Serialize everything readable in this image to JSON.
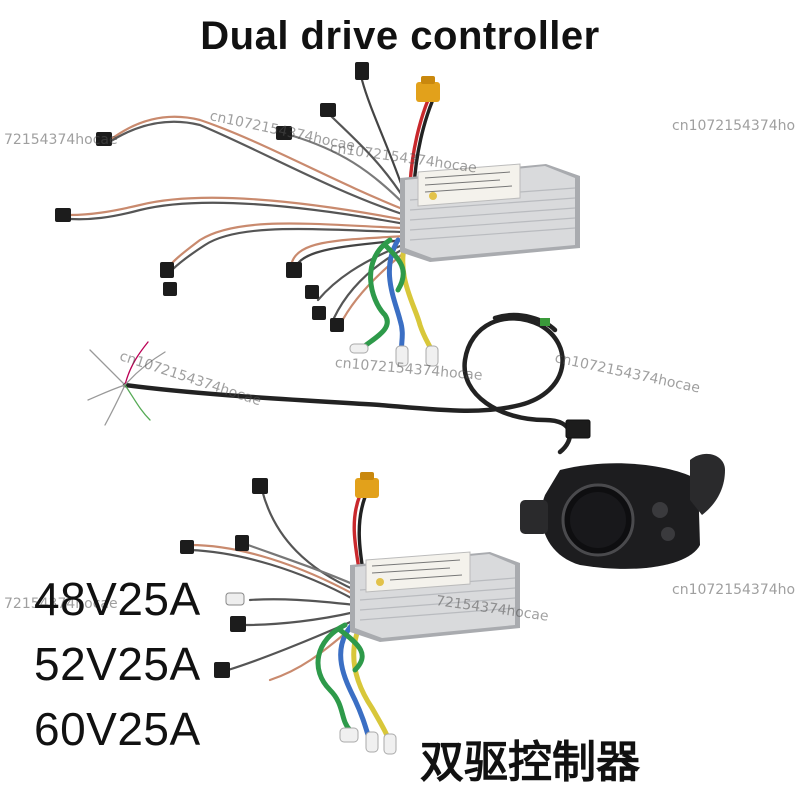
{
  "title": "Dual drive controller",
  "specs": [
    "48V25A",
    "52V25A",
    "60V25A"
  ],
  "chinese_title": "双驱控制器",
  "watermarks": [
    "72154374hocae",
    "cn1072154374hocae",
    "cn1072154374ho",
    "cn1072154374hocae",
    "cn1072154374hocae",
    "72154374hocae",
    "cn1072154374hocae",
    "cn1072154374ho",
    "72154374hocae",
    "cn1072154374hocae"
  ],
  "colors": {
    "housing": "#d9dadc",
    "housing_shadow": "#a9abaf",
    "label": "#f4f2ec",
    "connector_black": "#1c1c1c",
    "connector_yellow": "#e2a11b",
    "wire_red": "#c8282c",
    "wire_black": "#222222",
    "wire_green": "#2e9a4a",
    "wire_blue": "#3b6fc4",
    "wire_yellow": "#d8c73a",
    "wire_white": "#f0f0f0",
    "display": "#1d1d1f"
  }
}
